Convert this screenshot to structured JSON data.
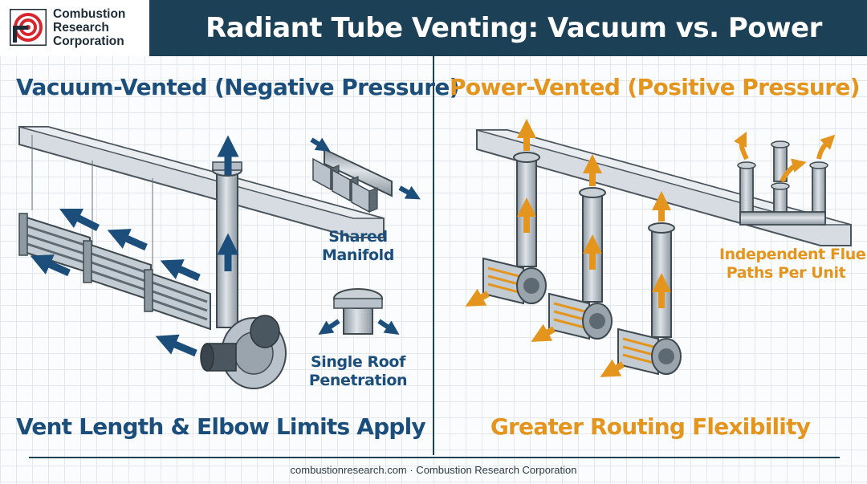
{
  "header": {
    "title": "Radiant Tube Venting: Vacuum vs. Power",
    "logo": {
      "line1": "Combustion",
      "line2": "Research",
      "line3": "Corporation",
      "icon": "crc-logo-icon"
    }
  },
  "left_panel": {
    "title": "Vacuum-Vented (Negative Pressure)",
    "label_manifold": {
      "line1": "Shared",
      "line2": "Manifold"
    },
    "label_roof": {
      "line1": "Single Roof",
      "line2": "Penetration"
    },
    "caption": "Vent Length & Elbow Limits Apply"
  },
  "right_panel": {
    "title": "Power-Vented (Positive Pressure)",
    "label_flue": {
      "line1": "Independent Flue",
      "line2": "Paths Per Unit"
    },
    "caption": "Greater Routing Flexibility"
  },
  "footer": {
    "text": "combustionresearch.com · Combustion Research Corporation"
  },
  "colors": {
    "header_bg": "#1c4055",
    "vacuum_blue": "#1c4e7c",
    "power_orange": "#e3951e",
    "steel": "#b9c2ca",
    "steel_dark": "#7d8891"
  }
}
